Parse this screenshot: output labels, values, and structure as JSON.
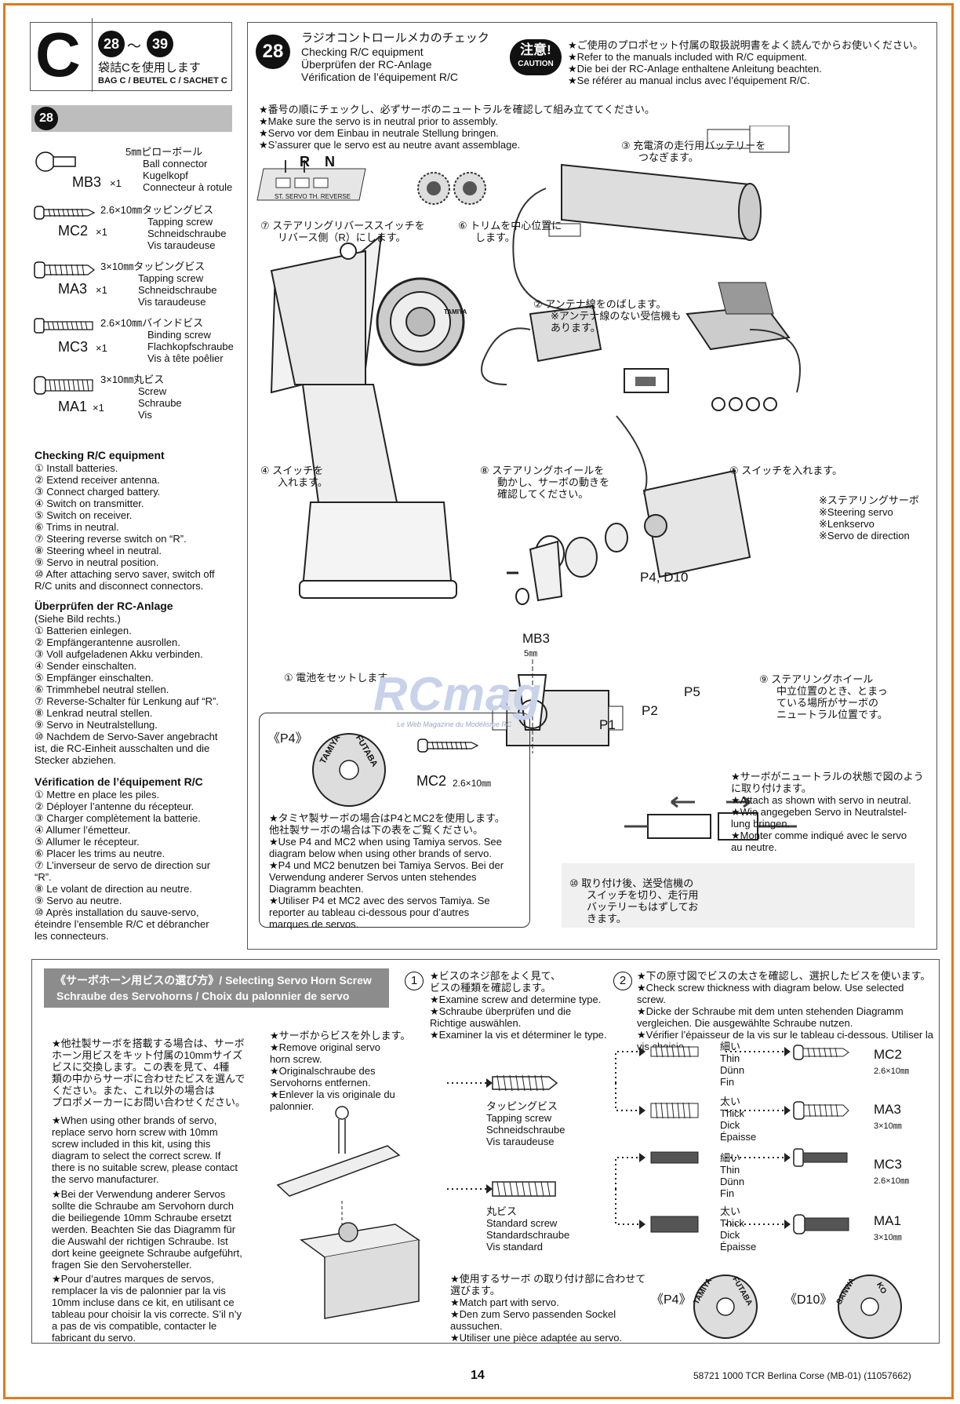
{
  "header": {
    "bag_letter": "C",
    "step_from": "28",
    "tilde": "〜",
    "step_to": "39",
    "bag_jp": "袋詰Cを使用します",
    "bag_multi": "BAG C / BEUTEL C / SACHET C"
  },
  "step28": {
    "number": "28",
    "title_jp": "ラジオコントロールメカのチェック",
    "title_en": "Checking R/C equipment",
    "title_de": "Überprüfen der RC-Anlage",
    "title_fr": "Vérification de l’équipement R/C",
    "caution_jp": "注意!",
    "caution_en": "CAUTION",
    "caution_lines": [
      "★ご使用のプロポセット付属の取扱説明書をよく読んでからお使いください。",
      "★Refer to the manuals included with R/C equipment.",
      "★Die bei der RC-Anlage enthaltene Anleitung beachten.",
      "★Se référer au manual inclus avec l’équipement R/C."
    ],
    "neutral_lines": [
      "★番号の順にチェックし、必ずサーボのニュートラルを確認して組み立ててください。",
      "★Make sure the servo is in neutral prior to assembly.",
      "★Servo vor dem Einbau in neutrale Stellung bringen.",
      "★S’assurer que le servo est au neutre avant assemblage."
    ]
  },
  "parts": {
    "step_badge": "28",
    "items": [
      {
        "code": "MB3",
        "qty": "×1",
        "lines": [
          "5㎜ピローボール",
          "Ball connector",
          "Kugelkopf",
          "Connecteur à rotule"
        ]
      },
      {
        "code": "MC2",
        "qty": "×1",
        "lines": [
          "2.6×10㎜タッピングビス",
          "Tapping screw",
          "Schneidschraube",
          "Vis taraudeuse"
        ]
      },
      {
        "code": "MA3",
        "qty": "×1",
        "lines": [
          "3×10㎜タッピングビス",
          "Tapping screw",
          "Schneidschraube",
          "Vis taraudeuse"
        ]
      },
      {
        "code": "MC3",
        "qty": "×1",
        "lines": [
          "2.6×10㎜バインドビス",
          "Binding screw",
          "Flachkopfschraube",
          "Vis à tête poêlier"
        ]
      },
      {
        "code": "MA1",
        "qty": "×1",
        "lines": [
          "3×10㎜丸ビス",
          "Screw",
          "Schraube",
          "Vis"
        ]
      }
    ]
  },
  "checklists": {
    "en_title": "Checking R/C equipment",
    "en_items": [
      "① Install batteries.",
      "② Extend receiver antenna.",
      "③ Connect charged battery.",
      "④ Switch on transmitter.",
      "⑤ Switch on receiver.",
      "⑥ Trims in neutral.",
      "⑦ Steering reverse switch on “R”.",
      "⑧ Steering wheel in neutral.",
      "⑨ Servo in neutral position.",
      "⑩ After attaching servo saver, switch off",
      "R/C units and disconnect connectors."
    ],
    "de_title": "Überprüfen der RC-Anlage",
    "de_items": [
      "(Siehe Bild rechts.)",
      "① Batterien einlegen.",
      "② Empfängerantenne ausrollen.",
      "③ Voll aufgeladenen Akku verbinden.",
      "④ Sender einschalten.",
      "⑤ Empfänger einschalten.",
      "⑥ Trimmhebel neutral stellen.",
      "⑦ Reverse-Schalter für Lenkung auf “R”.",
      "⑧ Lenkrad neutral stellen.",
      "⑨ Servo in Neutralstellung.",
      "⑩ Nachdem de Servo-Saver angebracht",
      "ist, die RC-Einheit ausschalten und die",
      "Stecker abziehen."
    ],
    "fr_title": "Vérification de l’équipement R/C",
    "fr_items": [
      "① Mettre en place les piles.",
      "② Déployer l’antenne du récepteur.",
      "③ Charger complètement la batterie.",
      "④ Allumer l’émetteur.",
      "⑤ Allumer le récepteur.",
      "⑥ Placer les trims au neutre.",
      "⑦ L’inverseur de servo de direction sur",
      "“R”.",
      "⑧ Le volant de direction au neutre.",
      "⑨ Servo au neutre.",
      "⑩ Après installation du sauve-servo,",
      "éteindre l’ensemble R/C et débrancher",
      "les connecteurs."
    ]
  },
  "diagram": {
    "switch_r": "R",
    "switch_n": "N",
    "switch_caption": "ST. SERVO TH. REVERSE",
    "c1": [
      "① 電池をセットします。"
    ],
    "c2": [
      "② アンテナ線をのばします。",
      "※アンテナ線のない受信機も",
      "あります。"
    ],
    "c3": [
      "③ 充電済の走行用バッテリーを",
      "つなぎます。"
    ],
    "c4": [
      "④ スイッチを",
      "入れます。"
    ],
    "c5": [
      "⑤ スイッチを入れます。"
    ],
    "c6": [
      "⑥ トリムを中心位置に",
      "します。"
    ],
    "c7": [
      "⑦ ステアリングリバーススイッチを",
      "リバース側（R）にします。"
    ],
    "c8": [
      "⑧ ステアリングホイールを",
      "動かし、サーボの動きを",
      "確認してください。"
    ],
    "c9": [
      "⑨ ステアリングホイール",
      "中立位置のとき、とまっ",
      "ている場所がサーボの",
      "ニュートラル位置です。"
    ],
    "servo_note": [
      "※ステアリングサーボ",
      "※Steering servo",
      "※Lenkservo",
      "※Servo de direction"
    ],
    "label_p4d10": "P4, D10",
    "label_mb3": "MB3",
    "label_mb3_size": "5㎜",
    "label_p5": "P5",
    "label_p2": "P2",
    "label_p1": "P1",
    "attach_lines": [
      "★サーボがニュートラルの状態で図のよう",
      "に取り付けます。",
      "★Attach as shown with servo in neutral.",
      "★Wie angegeben Servo in Neutralstel-",
      "lung bringen.",
      "★Monter comme indiqué avec le servo",
      "au neutre."
    ],
    "c10": [
      "⑩ 取り付け後、送受信機の",
      "スイッチを切り、走行用",
      "バッテリーもはずしてお",
      "きます。"
    ],
    "transmitter_brand": "TAMIYA"
  },
  "p4box": {
    "title": "《P4》",
    "horn_text_1": "TAMIYA",
    "horn_text_2": "FUTABA",
    "screw_code": "MC2",
    "screw_size": "2.6×10㎜",
    "lines": [
      "★タミヤ製サーボの場合はP4とMC2を使用します。",
      "他社製サーボの場合は下の表をご覧ください。",
      "★Use P4 and MC2 when using Tamiya servos. See",
      "diagram below when using other brands of servo.",
      "★P4 und MC2 benutzen bei Tamiya Servos. Bei der",
      "Verwendung anderer Servos unten stehendes",
      "Diagramm beachten.",
      "★Utiliser P4 et MC2 avec des servos Tamiya. Se",
      "reporter au tableau ci-dessous pour d’autres",
      "marques de servos."
    ]
  },
  "horn_section": {
    "header_l1": "《サーボホーン用ビスの選び方》/ Selecting Servo Horn Screw",
    "header_l2": "Schraube des Servohorns  /  Choix du palonnier de servo",
    "left_jp": [
      "★他社製サーボを搭載する場合は、サーボ",
      "ホーン用ビスをキット付属の10mmサイズ",
      "ビスに交換します。この表を見て、4種",
      "類の中からサーボに合わせたビスを選んで",
      "ください。また、これ以外の場合は",
      "プロポメーカーにお問い合わせください。"
    ],
    "left_en": [
      "★When using other brands of servo,",
      "replace servo horn screw with 10mm",
      "screw included in this kit, using this",
      "diagram to select the correct screw. If",
      "there is no suitable screw, please contact",
      "the servo manufacturer."
    ],
    "left_de": [
      "★Bei der Verwendung anderer Servos",
      "sollte die Schraube am Servohorn durch",
      "die beiliegende 10mm Schraube ersetzt",
      "werden. Beachten Sie das Diagramm für",
      "die Auswahl der richtigen Schraube. Ist",
      "dort keine geeignete Schraube aufgeführt,",
      "fragen Sie den Servohersteller."
    ],
    "left_fr": [
      "★Pour d’autres marques de servos,",
      "remplacer la vis de palonnier par la vis",
      "10mm incluse dans ce kit, en utilisant ce",
      "tableau pour choisir la vis correcte. S’il n’y",
      "a pas de vis compatible, contacter le",
      "fabricant du servo."
    ],
    "remove": [
      "★サーボからビスを外します。",
      "★Remove original servo",
      "horn screw.",
      "★Originalschraube des",
      "Servohorns entfernen.",
      "★Enlever la vis originale du",
      "palonnier."
    ],
    "s1_num": "1",
    "s1": [
      "★ビスのネジ部をよく見て、",
      "ビスの種類を確認します。",
      "★Examine screw and determine type.",
      "★Schraube überprüfen und die",
      "Richtige auswählen.",
      "★Examiner la vis et déterminer le type."
    ],
    "s2_num": "2",
    "s2": [
      "★下の原寸図でビスの太さを確認し、選択したビスを使います。",
      "★Check screw thickness with diagram below. Use selected screw.",
      "★Dicke der Schraube mit dem unten stehenden Diagramm",
      "vergleichen. Die ausgewählte Schraube nutzen.",
      "★Vérifier l’épaisseur de la vis sur le tableau ci-dessous. Utiliser la",
      "vis choisie."
    ],
    "tapping": [
      "タッピングビス",
      "Tapping screw",
      "Schneidschraube",
      "Vis taraudeuse"
    ],
    "standard": [
      "丸ビス",
      "Standard screw",
      "Standardschraube",
      "Vis standard"
    ],
    "thin": [
      "細い",
      "Thin",
      "Dünn",
      "Fin"
    ],
    "thick": [
      "太い",
      "Thick",
      "Dick",
      "Épaisse"
    ],
    "r1_code": "MC2",
    "r1_size": "2.6×10㎜",
    "r2_code": "MA3",
    "r2_size": "3×10㎜",
    "r3_code": "MC3",
    "r3_size": "2.6×10㎜",
    "r4_code": "MA1",
    "r4_size": "3×10㎜",
    "match": [
      "★使用するサーボ の取り付け部に合わせて",
      "選びます。",
      "★Match part with servo.",
      "★Den zum Servo passenden Sockel",
      "aussuchen.",
      "★Utiliser une pièce adaptée au servo."
    ],
    "p4_label": "《P4》",
    "p4_t1": "TAMIYA",
    "p4_t2": "FUTABA",
    "d10_label": "《D10》",
    "d10_t1": "SANWA",
    "d10_t2": "KO"
  },
  "footer": {
    "page": "14",
    "model": "58721 1000 TCR Berlina Corse (MB-01) (11057662)"
  },
  "watermark": {
    "main": "RCmag",
    "sub": "Le Web Magazine du Modélisme RC"
  }
}
